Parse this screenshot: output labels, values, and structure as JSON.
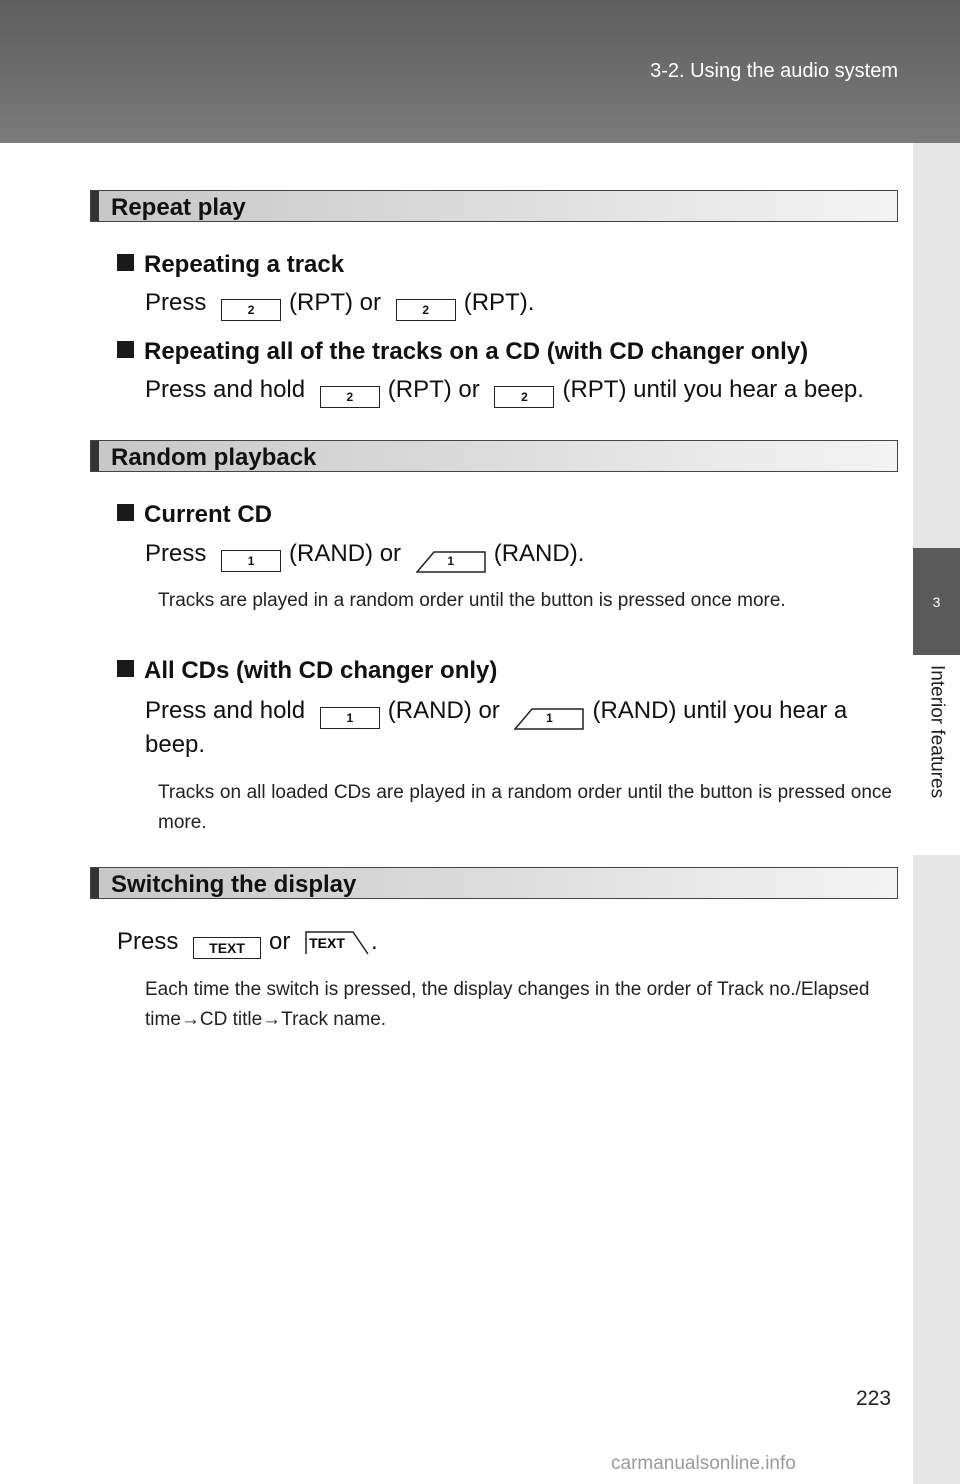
{
  "header": {
    "title": "3-2. Using the audio system"
  },
  "side_tab": {
    "number": "3",
    "label": "Interior features"
  },
  "sections": {
    "repeat": {
      "title": "Repeat play",
      "sub1": "Repeating a track",
      "sub1_press": "Press",
      "sub1_mid": "(RPT) or",
      "sub1_end": "(RPT).",
      "sub2": "Repeating all of the tracks on a CD (with CD changer only)",
      "sub2_press": "Press and hold",
      "sub2_mid": "(RPT) or",
      "sub2_end": "(RPT) until you hear a beep."
    },
    "random": {
      "title": "Random playback",
      "sub1": "Current CD",
      "sub1_press": "Press",
      "sub1_mid": "(RAND) or",
      "sub1_end": "(RAND).",
      "note1": "Tracks are played in a random order until the button is pressed once more.",
      "sub2": "All CDs (with CD changer only)",
      "sub2_press": "Press and hold",
      "sub2_mid": "(RAND) or",
      "sub2_end": "(RAND) until you hear a",
      "sub2_end2": "beep.",
      "note2": "Tracks on all loaded CDs are played in a random order until the button is pressed once more."
    },
    "display": {
      "title": "Switching the display",
      "press": "Press",
      "mid": "or",
      "end": ".",
      "note": "Each time the switch is pressed, the display changes in the order of Track no./Elapsed time→CD title→Track name."
    }
  },
  "buttons": {
    "btn2": "2",
    "btn1": "1",
    "text": "TEXT"
  },
  "page_number": "223",
  "watermark": "carmanualsonline.info"
}
